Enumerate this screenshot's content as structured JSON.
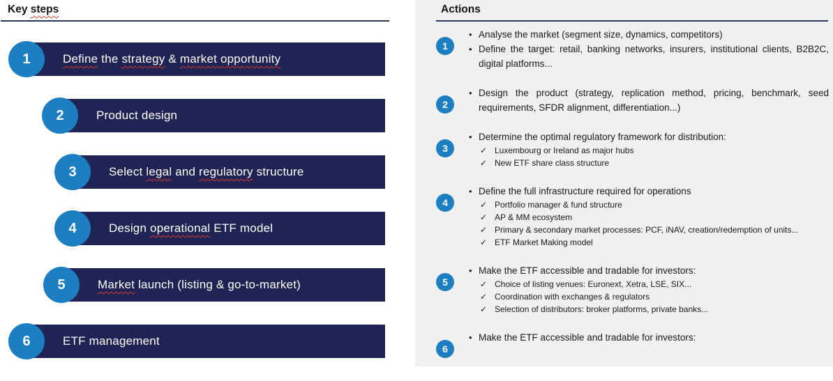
{
  "left": {
    "title_segments": [
      {
        "t": "Key ",
        "misspelled": false
      },
      {
        "t": "steps",
        "misspelled": true
      }
    ],
    "steps": [
      {
        "num": "1",
        "segments": [
          {
            "t": "Define",
            "misspelled": true
          },
          {
            "t": " the ",
            "misspelled": false
          },
          {
            "t": "strategy",
            "misspelled": true
          },
          {
            "t": " & ",
            "misspelled": false
          },
          {
            "t": "market opportunity",
            "misspelled": true
          }
        ]
      },
      {
        "num": "2",
        "segments": [
          {
            "t": "Product design",
            "misspelled": false
          }
        ]
      },
      {
        "num": "3",
        "segments": [
          {
            "t": "Select ",
            "misspelled": false
          },
          {
            "t": "legal",
            "misspelled": true
          },
          {
            "t": " and ",
            "misspelled": false
          },
          {
            "t": "regulatory",
            "misspelled": true
          },
          {
            "t": " structure",
            "misspelled": false
          }
        ]
      },
      {
        "num": "4",
        "segments": [
          {
            "t": "Design ",
            "misspelled": false
          },
          {
            "t": "operational",
            "misspelled": true
          },
          {
            "t": " ETF model",
            "misspelled": false
          }
        ]
      },
      {
        "num": "5",
        "segments": [
          {
            "t": "Market",
            "misspelled": true
          },
          {
            "t": " launch (listing & go-to-market)",
            "misspelled": false
          }
        ]
      },
      {
        "num": "6",
        "segments": [
          {
            "t": "ETF management",
            "misspelled": false
          }
        ]
      }
    ]
  },
  "right": {
    "title": "Actions",
    "items": [
      {
        "num": "1",
        "bullets": [
          "Analyse the market (segment size, dynamics, competitors)",
          "Define the target: retail, banking networks, insurers, institutional clients, B2B2C, digital platforms..."
        ],
        "checks": []
      },
      {
        "num": "2",
        "bullets": [
          "Design the product (strategy, replication method, pricing, benchmark, seed requirements, SFDR alignment, differentiation...)"
        ],
        "checks": []
      },
      {
        "num": "3",
        "bullets": [
          "Determine the optimal regulatory framework for distribution:"
        ],
        "checks": [
          "Luxembourg or Ireland as major hubs",
          "New ETF share class structure"
        ]
      },
      {
        "num": "4",
        "bullets": [
          "Define the full infrastructure required for operations"
        ],
        "checks": [
          "Portfolio manager & fund structure",
          "AP & MM ecosystem",
          "Primary & secondary market processes: PCF, iNAV, creation/redemption of units...",
          "ETF Market Making model"
        ]
      },
      {
        "num": "5",
        "bullets": [
          "Make the ETF accessible and tradable for investors:"
        ],
        "checks": [
          "Choice of listing venues: Euronext, Xetra, LSE, SIX...",
          "Coordination with exchanges & regulators",
          "Selection of distributors: broker platforms, private banks..."
        ]
      },
      {
        "num": "6",
        "bullets": [
          "Make the ETF accessible and tradable for investors:"
        ],
        "checks": []
      }
    ]
  },
  "icons": {
    "bullet": "•",
    "check": "✓"
  },
  "colors": {
    "accent_blue": "#1d7fc2",
    "bar_navy": "#1f2454",
    "panel_gray": "#f1f0f0",
    "heading_underline": "#2c3663",
    "squiggle_red": "#d93a2e",
    "text_ink": "#1a1a1a"
  }
}
